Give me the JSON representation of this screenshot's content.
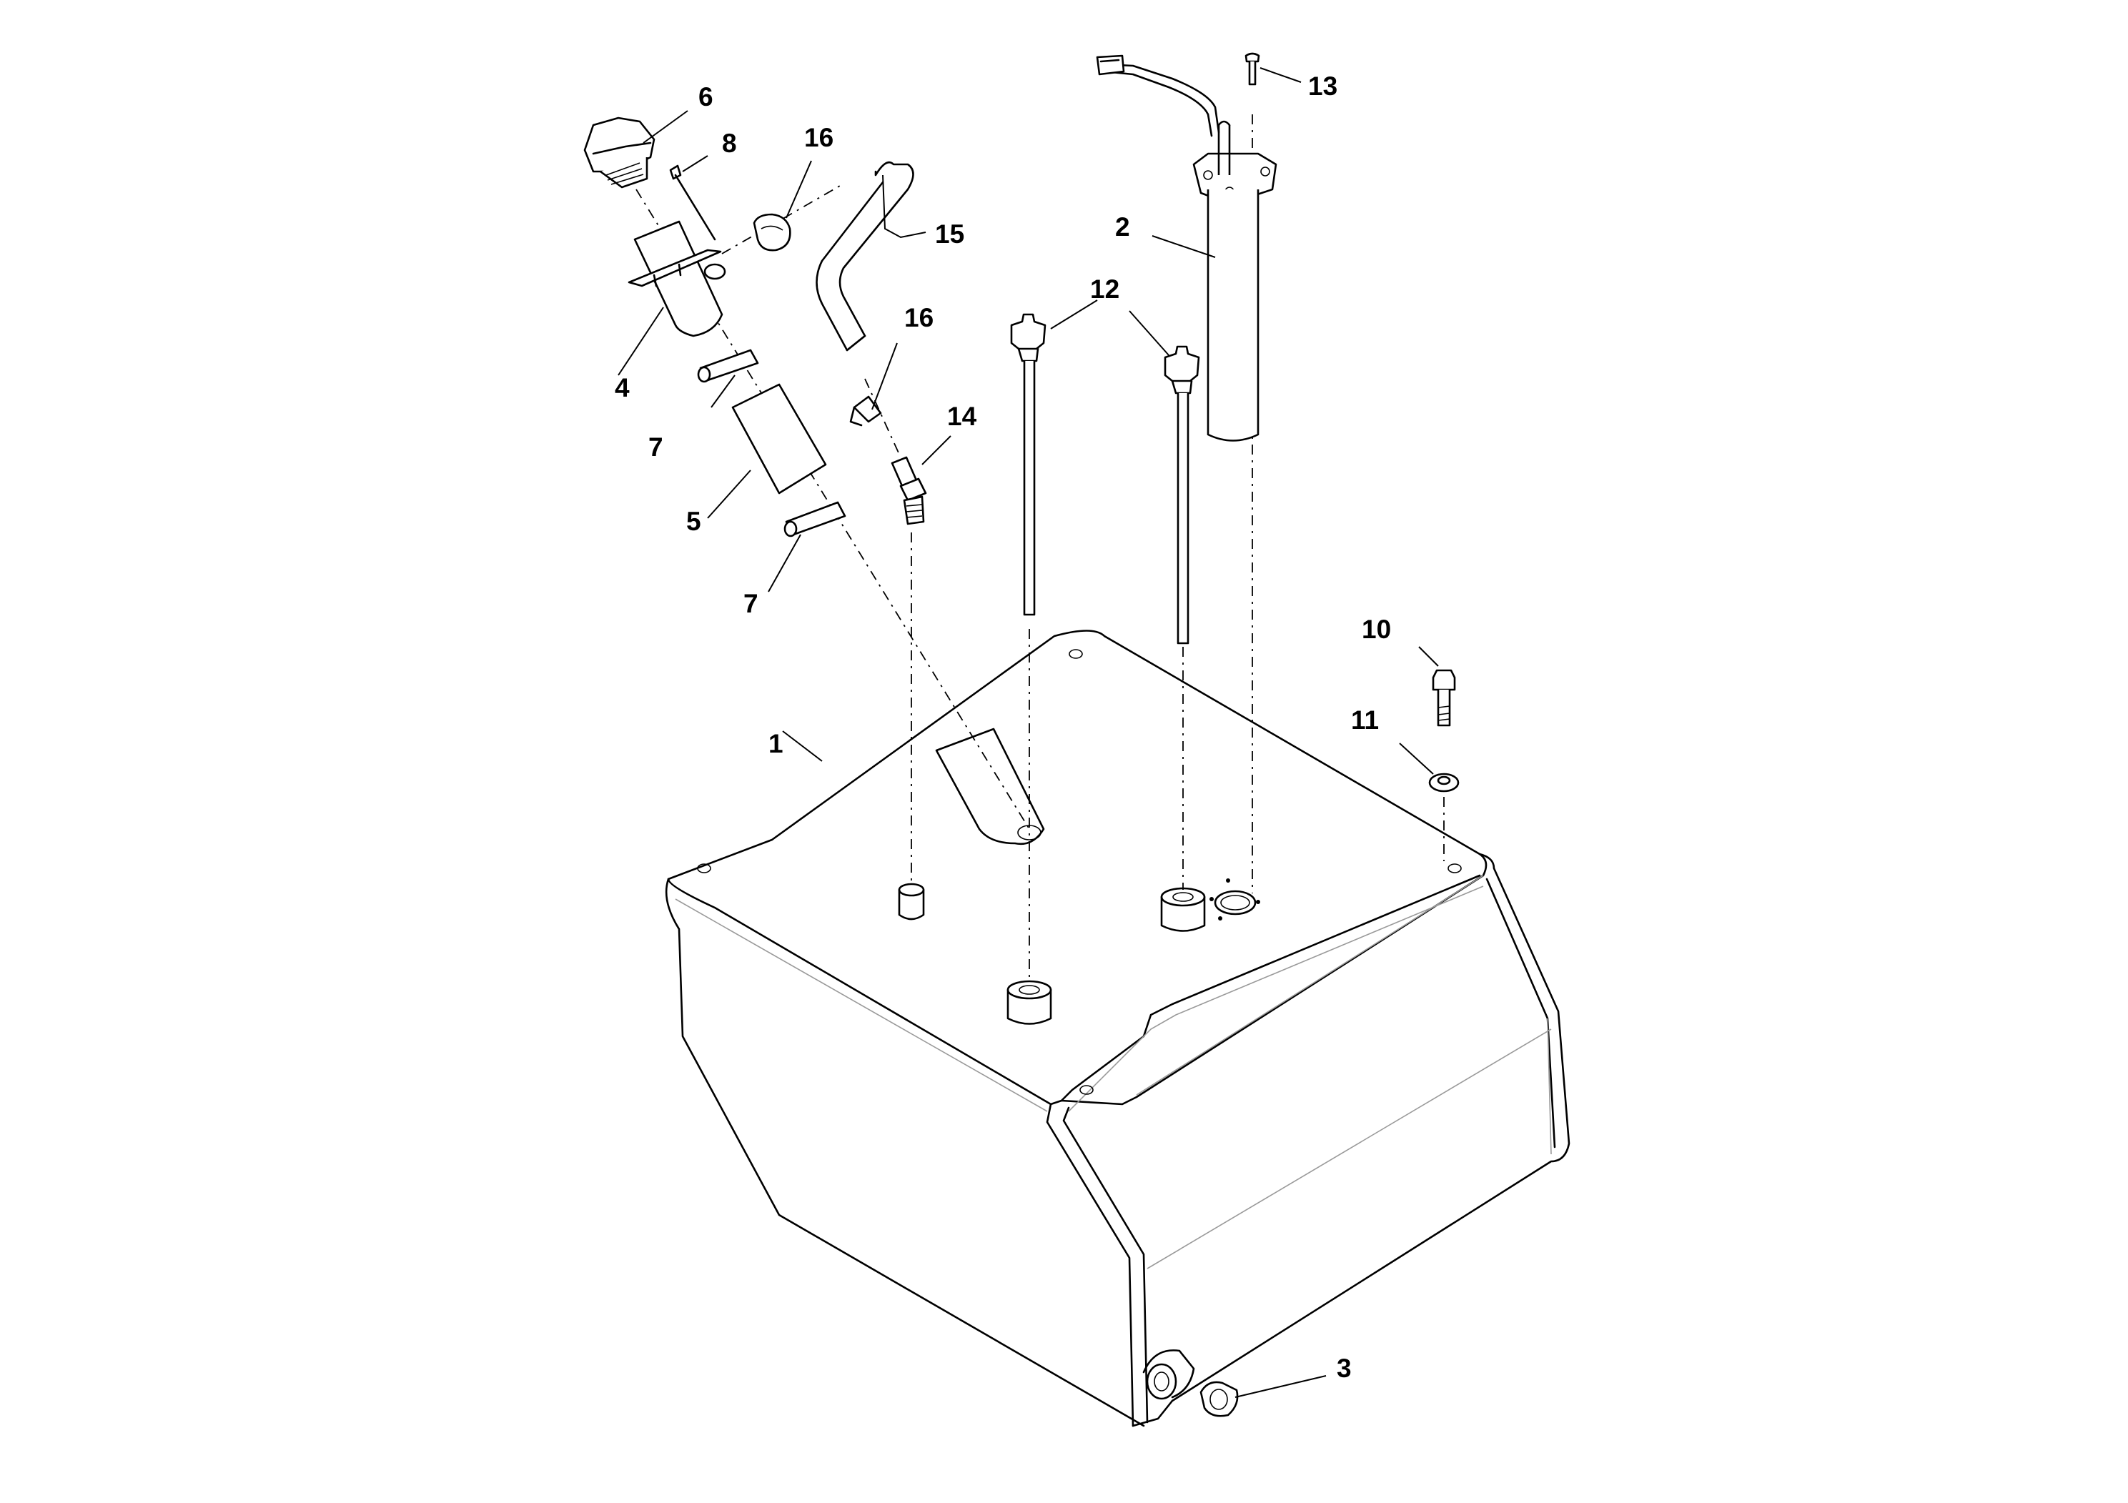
{
  "callouts": [
    {
      "id": "p1",
      "label": "1"
    },
    {
      "id": "p2",
      "label": "2"
    },
    {
      "id": "p3",
      "label": "3"
    },
    {
      "id": "p4",
      "label": "4"
    },
    {
      "id": "p5",
      "label": "5"
    },
    {
      "id": "p6",
      "label": "6"
    },
    {
      "id": "p7a",
      "label": "7"
    },
    {
      "id": "p7b",
      "label": "7"
    },
    {
      "id": "p8",
      "label": "8"
    },
    {
      "id": "p10",
      "label": "10"
    },
    {
      "id": "p11",
      "label": "11"
    },
    {
      "id": "p12",
      "label": "12"
    },
    {
      "id": "p13",
      "label": "13"
    },
    {
      "id": "p14",
      "label": "14"
    },
    {
      "id": "p15",
      "label": "15"
    },
    {
      "id": "p16a",
      "label": "16"
    },
    {
      "id": "p16b",
      "label": "16"
    }
  ]
}
